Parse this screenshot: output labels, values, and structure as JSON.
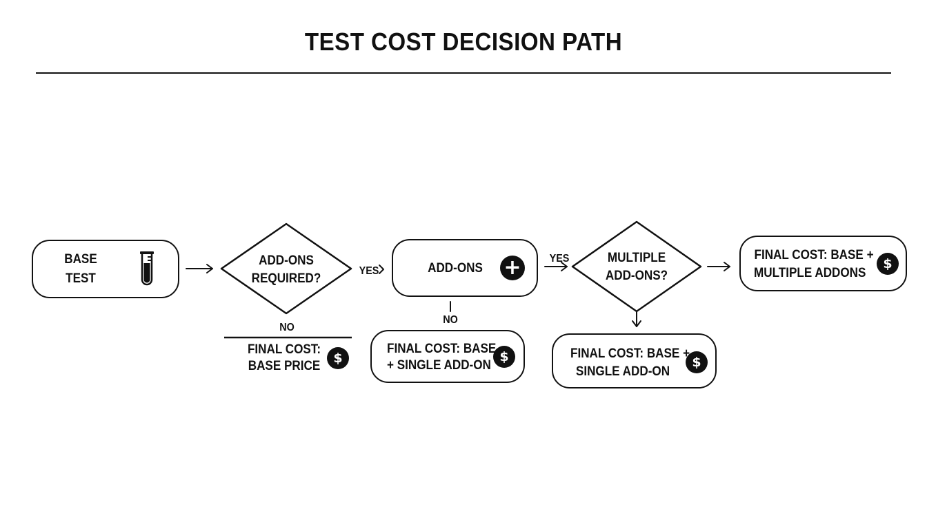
{
  "title": "TEST COST DECISION PATH",
  "nodes": {
    "base_test": {
      "line1": "BASE",
      "line2": "TEST",
      "icon": "test-tube-icon"
    },
    "addons_required": {
      "line1": "ADD-ONS",
      "line2": "REQUIRED?"
    },
    "addons": {
      "label": "ADD-ONS",
      "icon": "plus-circle-icon",
      "icon_glyph": "+"
    },
    "multiple_addons": {
      "line1": "MULTIPLE",
      "line2": "ADD-ONS?"
    },
    "final_multiple": {
      "line1": "FINAL COST: BASE +",
      "line2": "MULTIPLE ADDONS",
      "icon": "dollar-icon",
      "icon_glyph": "$"
    },
    "final_base_price": {
      "line1": "FINAL COST:",
      "line2": "BASE PRICE",
      "icon": "dollar-icon",
      "icon_glyph": "$"
    },
    "final_single_a": {
      "line1": "FINAL COST: BASE",
      "line2": "+ SINGLE ADD-ON",
      "icon": "dollar-icon",
      "icon_glyph": "$"
    },
    "final_single_b": {
      "line1": "FINAL COST: BASE +",
      "line2": "SINGLE ADD-ON",
      "icon": "dollar-icon",
      "icon_glyph": "$"
    }
  },
  "edges": {
    "yes_1": "YES",
    "yes_2": "YES",
    "no_1": "NO",
    "no_2": "NO"
  }
}
